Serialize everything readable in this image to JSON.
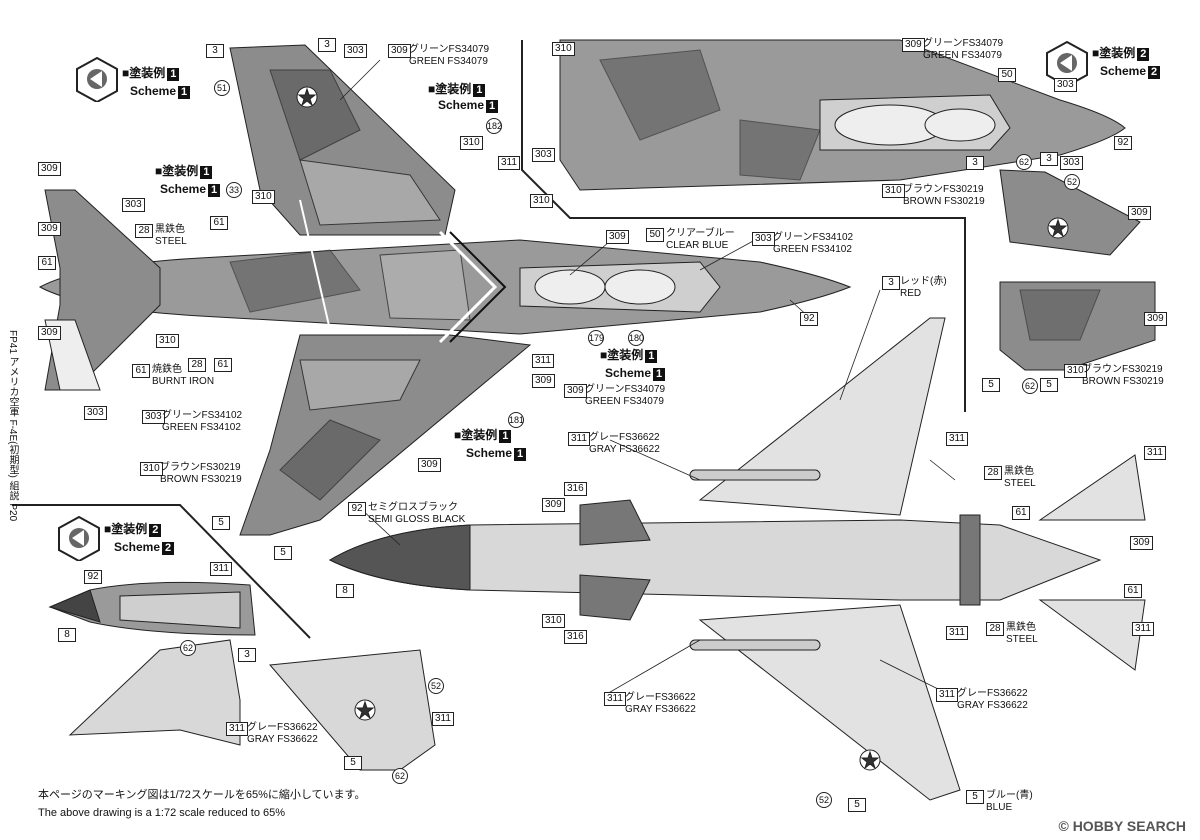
{
  "side_text": "FP41 アメリカ空軍 F-4E(初期型) 組説 P20",
  "scheme1": {
    "jp": "■塗装例",
    "en": "Scheme",
    "num": "1"
  },
  "scheme2": {
    "jp": "■塗装例",
    "en": "Scheme",
    "num": "2"
  },
  "colors": {
    "c309": {
      "num": "309",
      "jp": "グリーンFS34079",
      "en": "GREEN FS34079"
    },
    "c303": {
      "num": "303",
      "jp": "グリーンFS34102",
      "en": "GREEN FS34102"
    },
    "c310": {
      "num": "310",
      "jp": "ブラウンFS30219",
      "en": "BROWN FS30219"
    },
    "c311": {
      "num": "311",
      "jp": "グレーFS36622",
      "en": "GRAY FS36622"
    },
    "c28": {
      "num": "28",
      "jp": "黒鉄色",
      "en": "STEEL"
    },
    "c61": {
      "num": "61",
      "jp": "焼鉄色",
      "en": "BURNT IRON"
    },
    "c50": {
      "num": "50",
      "jp": "クリアーブルー",
      "en": "CLEAR BLUE"
    },
    "c92": {
      "num": "92",
      "jp": "セミグロスブラック",
      "en": "SEMI GLOSS BLACK"
    },
    "c3": {
      "num": "3",
      "jp": "レッド(赤)",
      "en": "RED"
    },
    "c5": {
      "num": "5",
      "jp": "ブルー(青)",
      "en": "BLUE"
    }
  },
  "parts": [
    "3",
    "303",
    "309",
    "310",
    "311",
    "28",
    "61",
    "92",
    "8",
    "5",
    "316",
    "50"
  ],
  "markings": [
    "51",
    "52",
    "33",
    "182",
    "179",
    "180",
    "181",
    "62"
  ],
  "palette": {
    "green_dark": "#6f6f6f",
    "green_light": "#9d9d9d",
    "brown": "#5c5c5c",
    "gray": "#d8d8d8",
    "line": "#222222"
  },
  "note": {
    "jp": "本ページのマーキング図は1/72スケールを65%に縮小しています。",
    "en": "The above drawing is a 1:72 scale reduced to 65%"
  },
  "watermark": "HOBBY SEARCH"
}
